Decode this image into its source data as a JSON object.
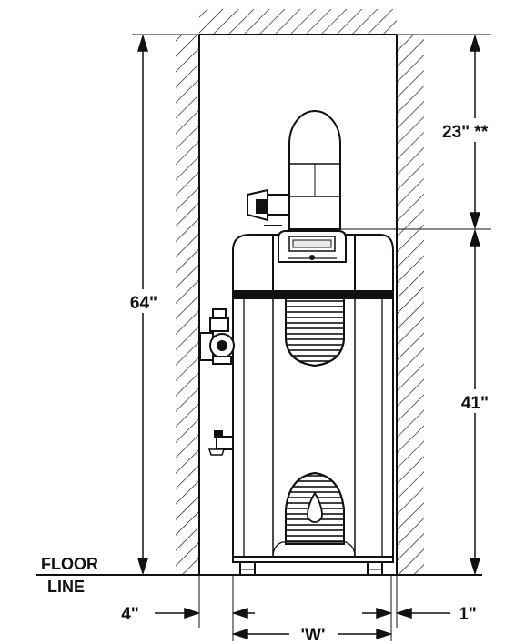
{
  "labels": {
    "height_total": "64\"",
    "clearance_top": "23\" **",
    "height_unit": "41\"",
    "floor_line_1": "FLOOR",
    "floor_line_2": "LINE",
    "side_left": "4\"",
    "side_right": "1\"",
    "width": "'W'"
  },
  "dimensions": {
    "total_height_in": 64,
    "top_clearance_in": 23,
    "unit_height_in": 41,
    "left_clearance_in": 4,
    "right_clearance_in": 1
  },
  "colors": {
    "line": "#111111",
    "fill": "#ffffff",
    "panel": "#e9e9e9"
  }
}
